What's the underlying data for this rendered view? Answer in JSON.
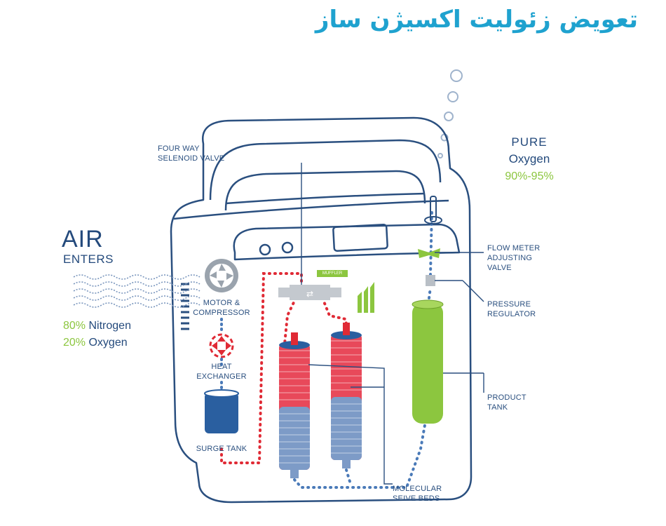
{
  "title": "تعویض زئولیت اکسیژن ساز",
  "air": {
    "title": "AIR",
    "subtitle": "ENTERS"
  },
  "composition": [
    {
      "pct": "80%",
      "gas": "Nitrogen"
    },
    {
      "pct": "20%",
      "gas": "Oxygen"
    }
  ],
  "output": {
    "line1": "PURE",
    "line2": "Oxygen",
    "range": "90%-95%"
  },
  "labels": {
    "four_way_valve": [
      "FOUR WAY",
      "SELENOID VALVE"
    ],
    "motor": [
      "MOTOR &",
      "COMPRESSOR"
    ],
    "heat_exchanger": [
      "HEAT",
      "EXCHANGER"
    ],
    "surge_tank": "SURGE TANK",
    "flow_meter": [
      "FLOW METER",
      "ADJUSTING",
      "VALVE"
    ],
    "pressure_regulator": [
      "PRESSURE",
      "REGULATOR"
    ],
    "product_tank": [
      "PRODUCT",
      "TANK"
    ],
    "sieve_beds": [
      "MOLECULAR",
      "SEIVE BEDS"
    ],
    "muffler": "MUFFLER"
  },
  "colors": {
    "outline": "#2a4f7f",
    "red": "#e02a35",
    "blue": "#4a7ab8",
    "green": "#8cc63f",
    "title": "#1fa2cf"
  }
}
